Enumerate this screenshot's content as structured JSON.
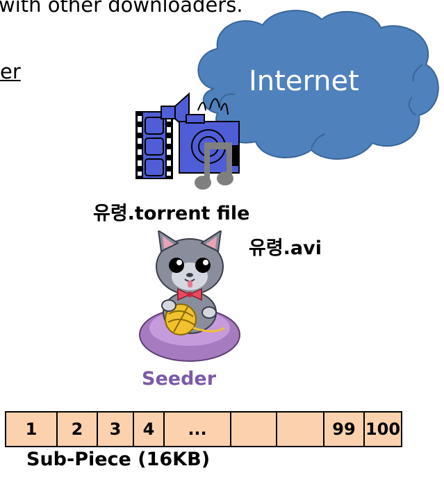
{
  "top_text": "with other downloaders.",
  "partial_text": "er",
  "cloud": {
    "label": "Internet",
    "color": "#4f81bd"
  },
  "torrent_file_label": "유령.torrent file",
  "avi_label": "유령.avi",
  "seeder_label": "Seeder",
  "pieces": [
    "1",
    "2",
    "3",
    "4",
    "...",
    "",
    "",
    "99",
    "100"
  ],
  "sub_piece_label": "Sub-Piece (16KB)",
  "colors": {
    "piece_fill": "#fbd2ad",
    "seeder_text": "#7b5aa6",
    "media_icon": "#4f5dd6"
  }
}
